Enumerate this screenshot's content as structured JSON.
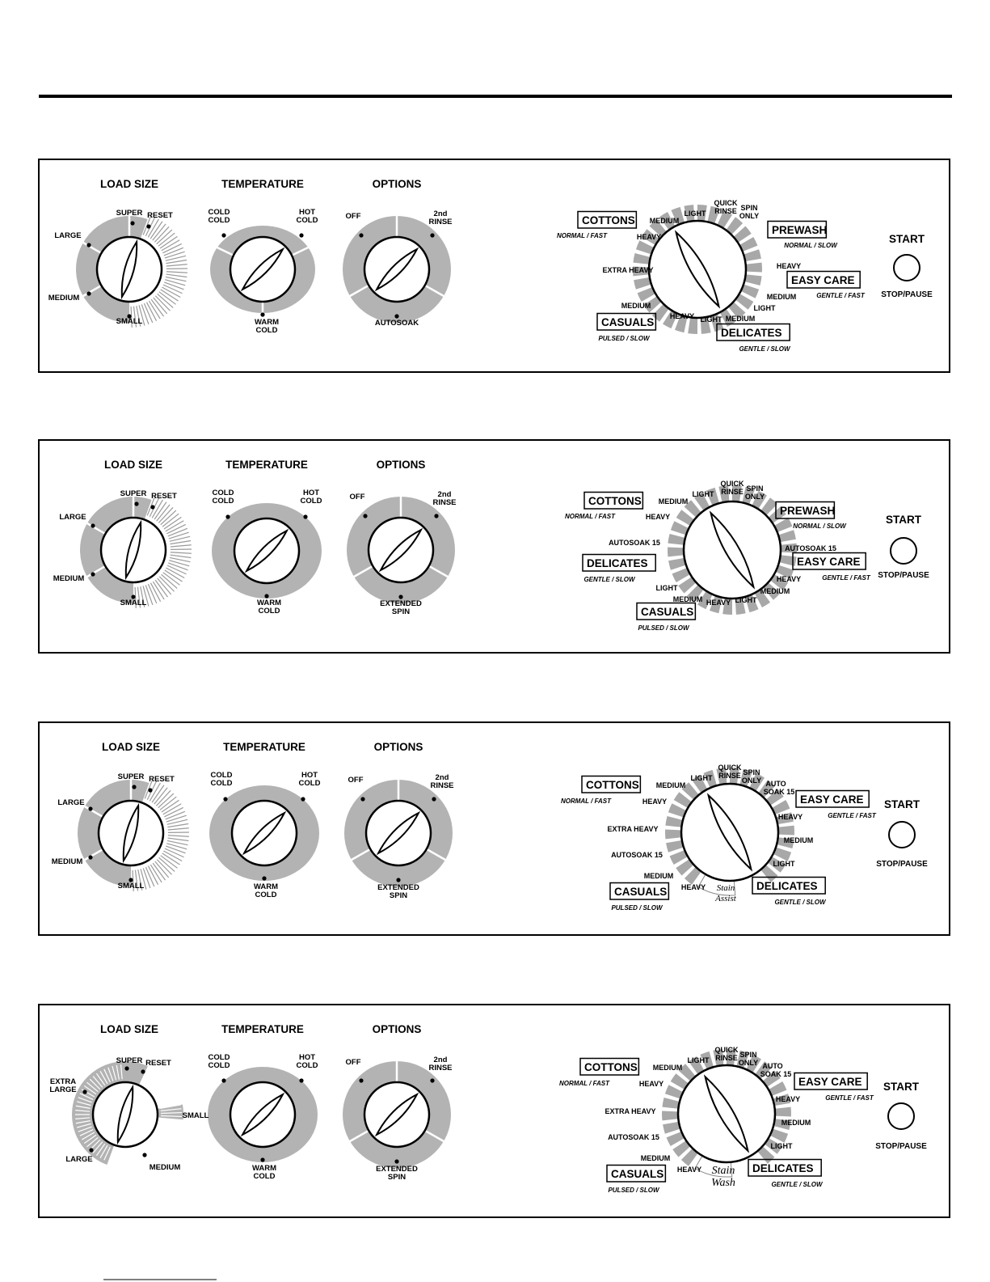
{
  "common": {
    "load_size": "LOAD SIZE",
    "temperature": "TEMPERATURE",
    "options": "OPTIONS",
    "super": "SUPER",
    "reset": "RESET",
    "large": "LARGE",
    "medium": "MEDIUM",
    "small": "SMALL",
    "extra_large_1": "EXTRA",
    "extra_large_2": "LARGE",
    "cold": "COLD",
    "hot": "HOT",
    "warm": "WARM",
    "off": "OFF",
    "second_rinse_1": "2nd",
    "second_rinse_2": "RINSE",
    "autosoak": "AUTOSOAK",
    "extended": "EXTENDED",
    "spin": "SPIN",
    "start": "START",
    "stop_pause": "STOP/PAUSE",
    "cottons": "COTTONS",
    "normal_fast": "NORMAL / FAST",
    "prewash": "PREWASH",
    "normal_slow": "NORMAL / SLOW",
    "easy_care": "EASY CARE",
    "gentle_fast": "GENTLE / FAST",
    "casuals": "CASUALS",
    "pulsed_slow": "PULSED / SLOW",
    "delicates": "DELICATES",
    "gentle_slow": "GENTLE / SLOW",
    "heavy": "HEAVY",
    "light": "LIGHT",
    "extra_heavy": "EXTRA HEAVY",
    "quick": "QUICK",
    "rinse": "RINSE",
    "spin_only_1": "SPIN",
    "spin_only_2": "ONLY",
    "autosoak15": "AUTOSOAK 15",
    "auto": "AUTO",
    "soak15": "SOAK 15",
    "stain": "Stain",
    "assist": "Assist",
    "wash": "Wash"
  },
  "colors": {
    "dial_fill": "#b3b3b3",
    "segment_fill": "#a8a8a8",
    "line": "#000000"
  }
}
